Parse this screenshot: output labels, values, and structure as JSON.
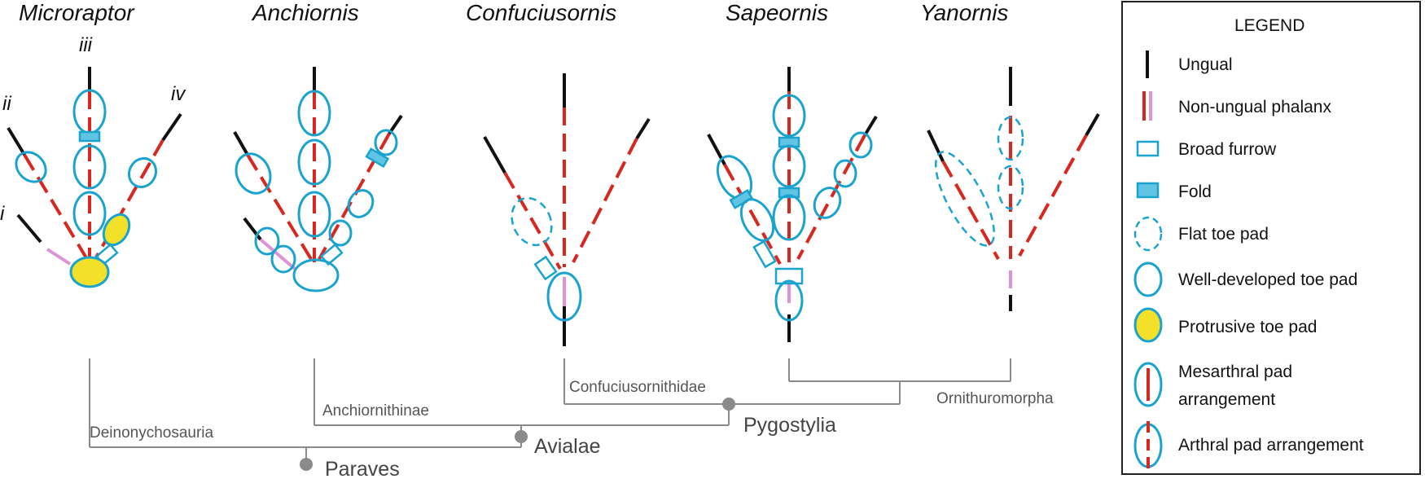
{
  "colors": {
    "ungual": "#111111",
    "phalanx": "#d6281f",
    "phalanx_pink": "#dd93d6",
    "pad_stroke": "#1aa3cf",
    "fold_fill": "#62c4e4",
    "protrusive_fill": "#f3e129",
    "tree": "#8a8a8a"
  },
  "taxa": {
    "microraptor": "Microraptor",
    "anchiornis": "Anchiornis",
    "confuciusornis": "Confuciusornis",
    "sapeornis": "Sapeornis",
    "yanornis": "Yanornis"
  },
  "digit_labels": {
    "i": "i",
    "ii": "ii",
    "iii": "iii",
    "iv": "iv"
  },
  "clades": {
    "deinonychosauria": "Deinonychosauria",
    "anchiornithinae": "Anchiornithinae",
    "confuciusornithidae": "Confuciusornithidae",
    "ornithuromorpha": "Ornithuromorpha",
    "pygostylia": "Pygostylia",
    "avialae": "Avialae",
    "paraves": "Paraves"
  },
  "legend": {
    "title": "LEGEND",
    "items": [
      {
        "icon": "ungual-icon",
        "label": "Ungual"
      },
      {
        "icon": "phalanx-icon",
        "label": "Non-ungual phalanx"
      },
      {
        "icon": "broad-furrow-icon",
        "label": "Broad furrow"
      },
      {
        "icon": "fold-icon",
        "label": "Fold"
      },
      {
        "icon": "flat-toe-pad-icon",
        "label": "Flat toe pad"
      },
      {
        "icon": "well-developed-toe-pad-icon",
        "label": "Well-developed toe pad"
      },
      {
        "icon": "protrusive-toe-pad-icon",
        "label": "Protrusive toe pad"
      },
      {
        "icon": "mesarthral-icon",
        "label_lines": [
          "Mesarthral pad",
          "arrangement"
        ]
      },
      {
        "icon": "arthral-icon",
        "label": "Arthral pad arrangement"
      }
    ]
  }
}
